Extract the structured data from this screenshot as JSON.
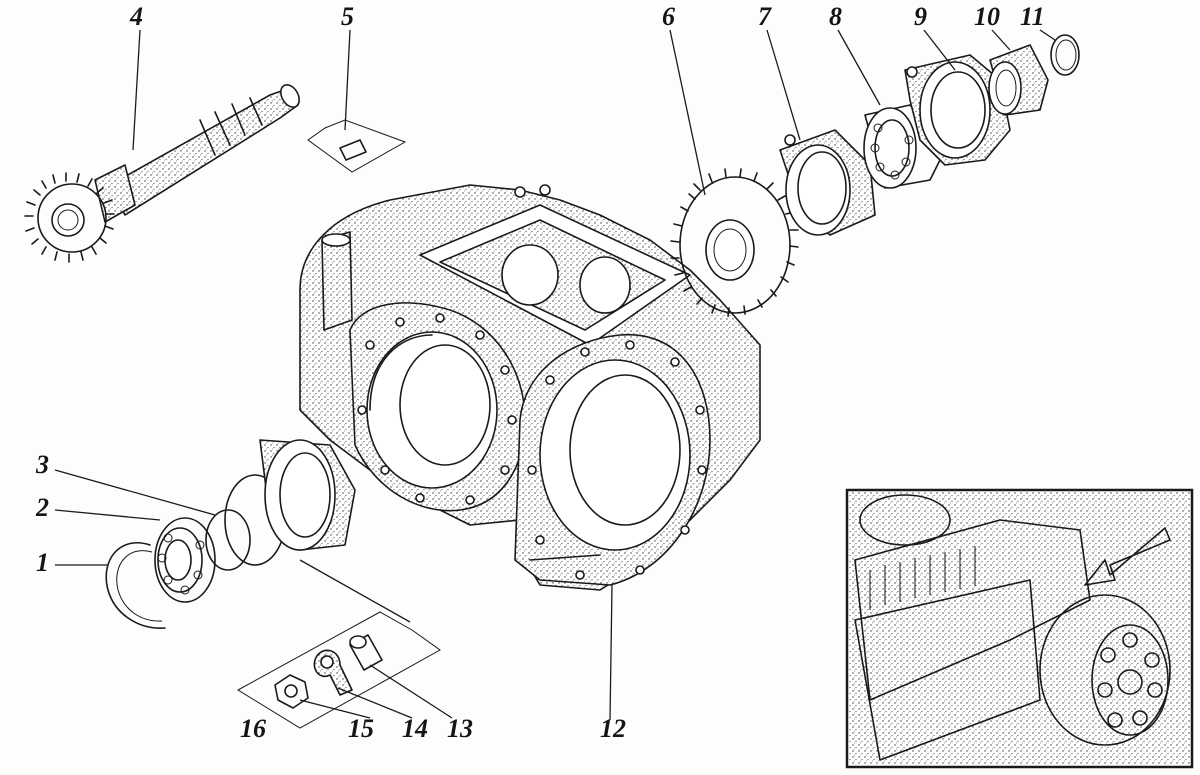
{
  "callouts": {
    "c1": "1",
    "c2": "2",
    "c3": "3",
    "c4": "4",
    "c5": "5",
    "c6": "6",
    "c7": "7",
    "c8": "8",
    "c9": "9",
    "c10": "10",
    "c11": "11",
    "c12": "12",
    "c13": "13",
    "c14": "14",
    "c15": "15",
    "c16": "16"
  },
  "colors": {
    "ink": "#1a1a1a",
    "paper": "#fdfdfc"
  },
  "inset": {
    "description_icons": [
      "engine-photo",
      "arrow-pointer"
    ]
  }
}
